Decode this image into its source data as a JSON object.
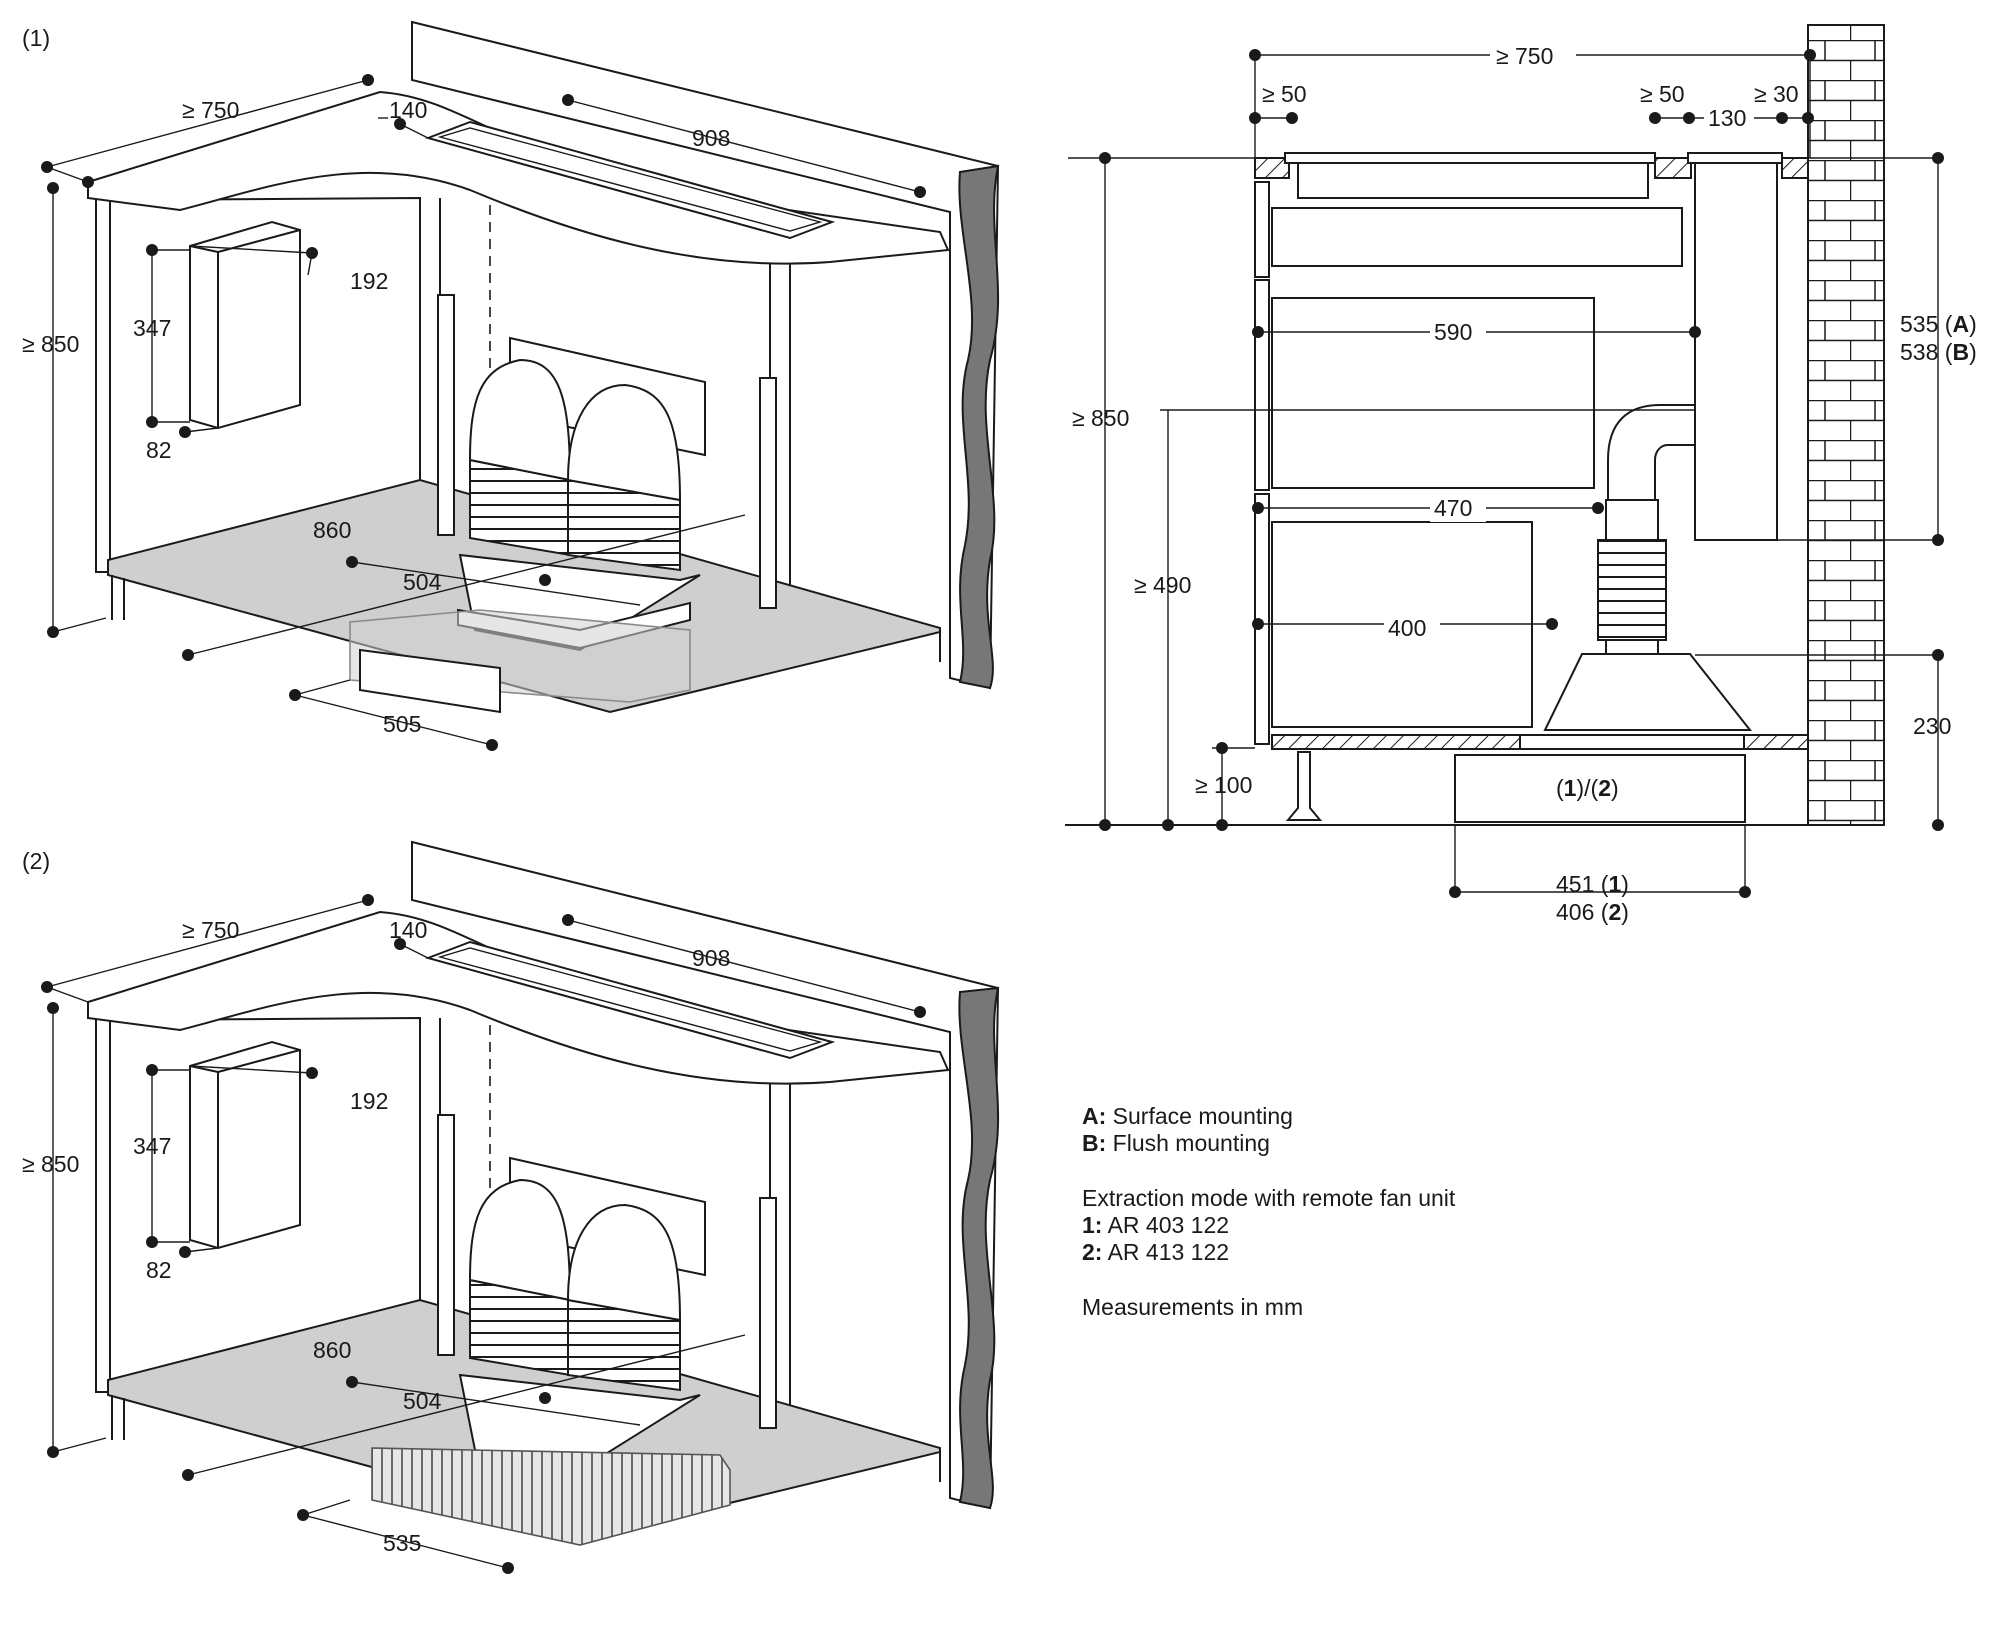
{
  "views": {
    "view1_label": "(1)",
    "view2_label": "(2)"
  },
  "iso_dims": {
    "counter_width": "≥ 750",
    "channel_width": "140",
    "channel_length": "908",
    "cabinet_height": "≥ 850",
    "box_height": "347",
    "box_width": "192",
    "box_depth": "82",
    "base_depth": "860",
    "blower_width": "504",
    "fan1_width": "505",
    "fan2_width": "535"
  },
  "section_dims": {
    "total_depth": "≥ 750",
    "front_clear": "≥ 50",
    "rear_clear": "≥ 50",
    "wall_clear": "≥ 30",
    "unit_depth": "130",
    "height": "≥ 850",
    "drawer1": "590",
    "drawer2": "470",
    "drawer3": "400",
    "min_490": "≥ 490",
    "plinth": "≥ 100",
    "mount_a": "535",
    "mount_a_tag": "A",
    "mount_b": "538",
    "mount_b_tag": "B",
    "fan_height": "230",
    "fan_label_1": "1",
    "fan_label_sep": ")/(",
    "fan_label_2": "2",
    "fan_w1": "451",
    "fan_w1_tag": "1",
    "fan_w2": "406",
    "fan_w2_tag": "2"
  },
  "legend": {
    "a_key": "A:",
    "a_text": "Surface mounting",
    "b_key": "B:",
    "b_text": "Flush mounting",
    "mode_title": "Extraction mode with remote fan unit",
    "k1": "1:",
    "v1": "AR 403 122",
    "k2": "2:",
    "v2": "AR 413 122",
    "units": "Measurements in mm"
  },
  "colors": {
    "line": "#1a1a1a",
    "floor": "#cfcfcf",
    "wall_dark": "#777777"
  }
}
